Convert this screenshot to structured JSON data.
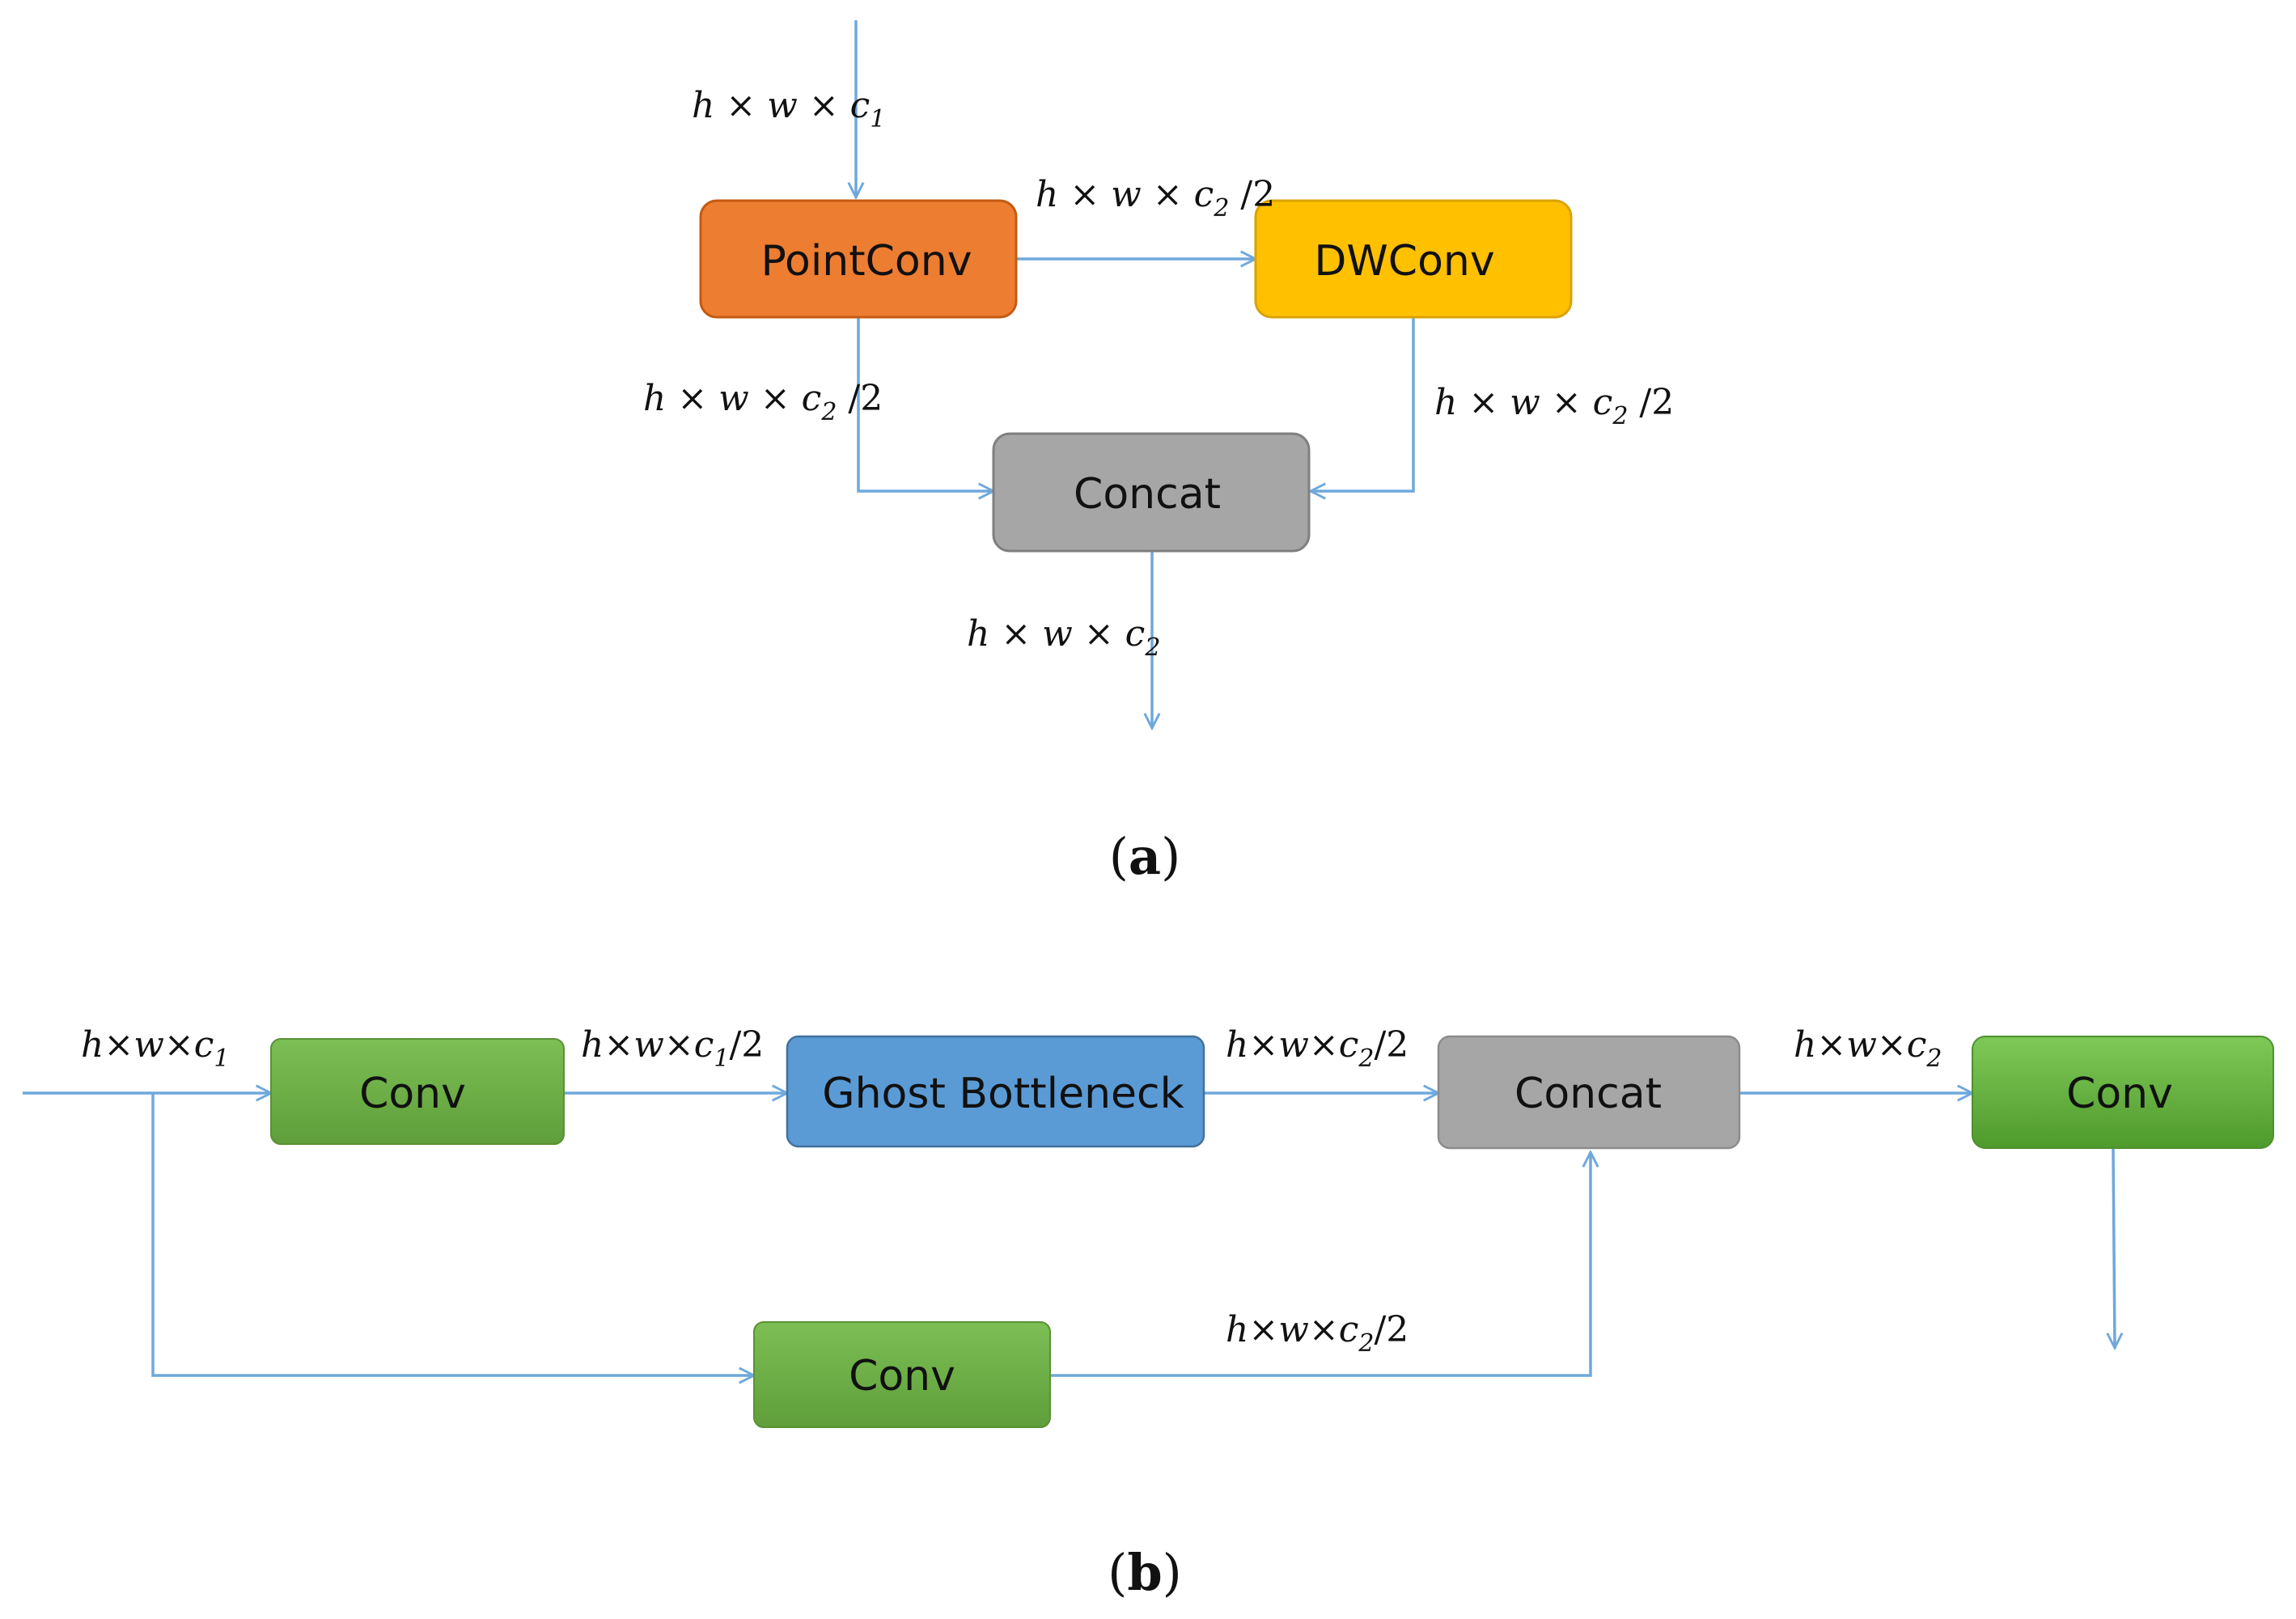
{
  "panel_a": {
    "caption_letter": "a",
    "nodes": {
      "pointconv": "PointConv",
      "dwconv": "DWConv",
      "concat": "Concat"
    },
    "colors": {
      "pointconv": "#ed7d31",
      "dwconv": "#ffc000",
      "concat": "#a6a6a6",
      "edge": "#6fa8dc"
    },
    "edge_labels": {
      "input": {
        "base": "h × w × c",
        "sub": "1",
        "tail": ""
      },
      "point_to_dw": {
        "base": "h × w × c",
        "sub": "2",
        "tail": " /2"
      },
      "point_to_concat": {
        "base": "h × w × c",
        "sub": "2",
        "tail": " /2"
      },
      "dw_to_concat": {
        "base": "h × w × c",
        "sub": "2",
        "tail": " /2"
      },
      "output": {
        "base": "h × w × c",
        "sub": "2",
        "tail": ""
      }
    }
  },
  "panel_b": {
    "caption_letter": "b",
    "nodes": {
      "conv1": "Conv",
      "ghost": "Ghost Bottleneck",
      "concat": "Concat",
      "conv_out": "Conv",
      "conv_branch": "Conv"
    },
    "colors": {
      "conv": "#70ad47",
      "ghost": "#5b9bd5",
      "concat": "#a6a6a6",
      "edge": "#6fa8dc"
    },
    "edge_labels": {
      "input": {
        "base": "h×w×c",
        "sub": "1",
        "tail": ""
      },
      "conv_to_ghost": {
        "base": "h×w×c",
        "sub": "1",
        "tail": "/2"
      },
      "ghost_to_concat": {
        "base": "h×w×c",
        "sub": "2",
        "tail": "/2"
      },
      "concat_to_conv": {
        "base": "h×w×c",
        "sub": "2",
        "tail": ""
      },
      "branch_to_concat": {
        "base": "h×w×c",
        "sub": "2",
        "tail": "/2"
      }
    }
  }
}
